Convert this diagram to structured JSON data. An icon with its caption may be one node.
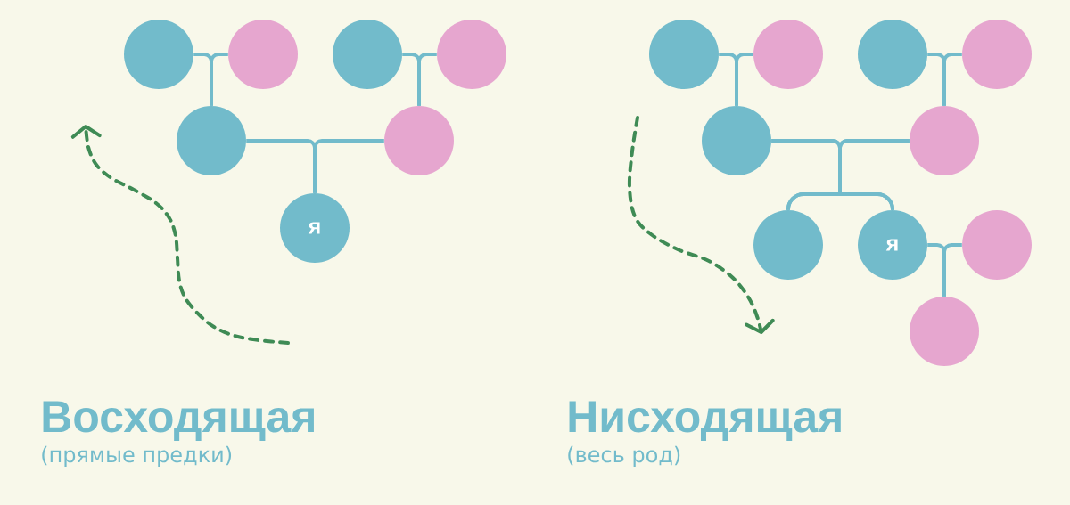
{
  "diagram": {
    "nodes": [
      {
        "text": [],
        "shape": "circle"
      },
      {
        "text": [],
        "shape": "circle"
      },
      {
        "text": [],
        "shape": "circle"
      },
      {
        "text": [],
        "shape": "circle"
      },
      {
        "text": [],
        "shape": "circle"
      },
      {
        "text": [],
        "shape": "circle"
      },
      {
        "text": [
          "я"
        ]
      },
      {
        "text": [],
        "shape": "circle"
      },
      {
        "text": [],
        "shape": "circle"
      },
      {
        "text": [],
        "shape": "circle"
      },
      {
        "text": [],
        "shape": "circle"
      },
      {
        "text": [],
        "shape": "circle"
      },
      {
        "text": [],
        "shape": "circle"
      },
      {
        "text": [],
        "shape": "circle"
      },
      {
        "text": [
          "я"
        ]
      },
      {
        "text": [],
        "shape": "circle"
      },
      {
        "text": [],
        "shape": "circle"
      }
    ],
    "edges": [
      {
        "from": 0,
        "to": 4,
        "arrow": "none"
      },
      {
        "from": 1,
        "to": 4,
        "arrow": "none"
      },
      {
        "from": 2,
        "to": 5,
        "arrow": "none"
      },
      {
        "from": 3,
        "to": 5,
        "arrow": "none"
      },
      {
        "from": 4,
        "to": 6,
        "arrow": "none"
      },
      {
        "from": 5,
        "to": 6,
        "arrow": "none"
      },
      {
        "from": 7,
        "to": 11,
        "arrow": "none"
      },
      {
        "from": 8,
        "to": 11,
        "arrow": "none"
      },
      {
        "from": 9,
        "to": 12,
        "arrow": "none"
      },
      {
        "from": 10,
        "to": 12,
        "arrow": "none"
      },
      {
        "from": 11,
        "to": 13,
        "arrow": "none"
      },
      {
        "from": 11,
        "to": 14,
        "arrow": "none"
      },
      {
        "from": 12,
        "to": 13,
        "arrow": "none"
      },
      {
        "from": 12,
        "to": 14,
        "arrow": "none"
      },
      {
        "from": 14,
        "to": 16,
        "arrow": "none"
      },
      {
        "from": 15,
        "to": 16,
        "arrow": "none"
      }
    ],
    "labels": [
      "Восходящая",
      "(прямые предки)",
      "Нисходящая",
      "(весь род)"
    ]
  }
}
